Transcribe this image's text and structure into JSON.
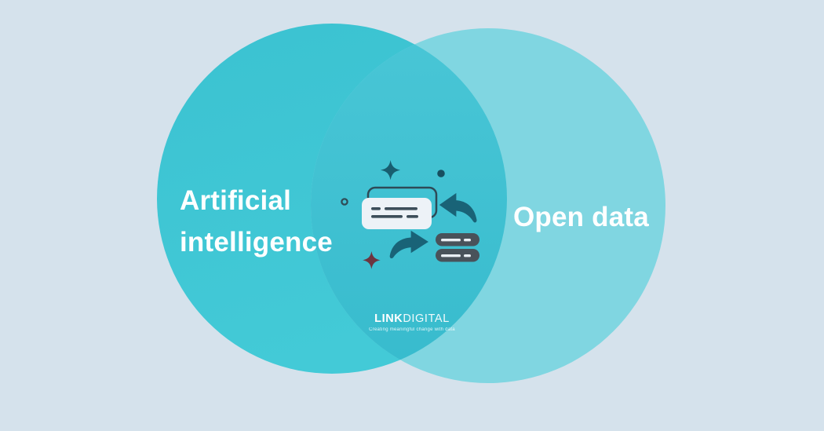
{
  "page": {
    "background_color": "#d5e2ec",
    "title": "Artificial intelligence and Open data venn diagram"
  },
  "diagram": {
    "type": "venn",
    "left_circle": {
      "label": "Artificial intelligence",
      "color": "#3ec6d4"
    },
    "right_circle": {
      "label": "Open data",
      "color": "#80d6e1"
    },
    "overlap": {
      "color": "#3bbecf",
      "icons": [
        "sparkle-icon",
        "dot-icon",
        "ring-icon",
        "chat-card-ghost-icon",
        "chat-card-icon",
        "arrow-left-icon",
        "arrow-right-icon",
        "database-icon",
        "sparkle-maroon-icon"
      ]
    },
    "label_color": "#ffffff",
    "icon_dark_teal": "#196377",
    "icon_slate": "#49525a",
    "icon_card_bg": "#edf2f7"
  },
  "logo": {
    "brand_bold": "LINK",
    "brand_light": "DIGITAL",
    "tagline": "Creating meaningful change with data"
  }
}
